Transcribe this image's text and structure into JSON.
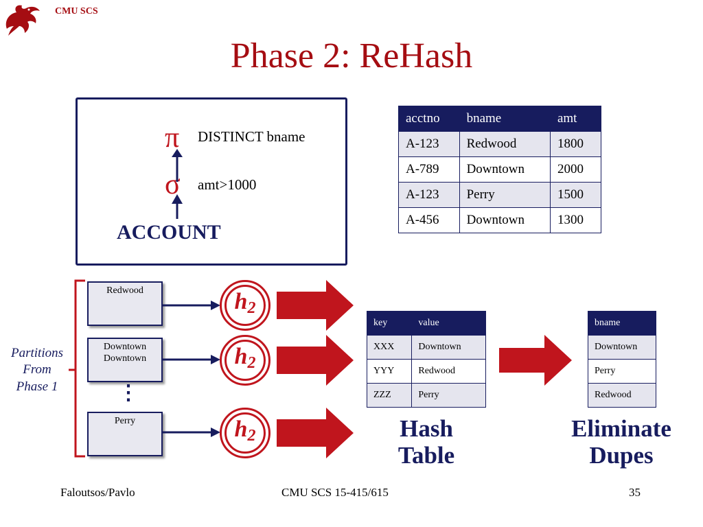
{
  "header": {
    "org": "CMU SCS",
    "title": "Phase 2: ReHash"
  },
  "plan": {
    "projection": {
      "symbol": "π",
      "label": "DISTINCT bname"
    },
    "selection": {
      "symbol": "σ",
      "label": "amt>1000"
    },
    "relation": "ACCOUNT"
  },
  "source_table": {
    "columns": [
      "acctno",
      "bname",
      "amt"
    ],
    "rows": [
      [
        "A-123",
        "Redwood",
        "1800"
      ],
      [
        "A-789",
        "Downtown",
        "2000"
      ],
      [
        "A-123",
        "Perry",
        "1500"
      ],
      [
        "A-456",
        "Downtown",
        "1300"
      ]
    ]
  },
  "partitions": {
    "caption": [
      "Partitions",
      "From",
      "Phase 1"
    ],
    "items": [
      {
        "lines": [
          "Redwood"
        ]
      },
      {
        "lines": [
          "Downtown",
          "Downtown"
        ]
      },
      {
        "lines": [
          "Perry"
        ]
      }
    ],
    "ellipsis": "⋮"
  },
  "hash_fn": {
    "name": "h",
    "subscript": "2"
  },
  "hash_table": {
    "columns": [
      "key",
      "value"
    ],
    "rows": [
      [
        "XXX",
        "Downtown"
      ],
      [
        "YYY",
        "Redwood"
      ],
      [
        "ZZZ",
        "Perry"
      ]
    ],
    "caption": [
      "Hash",
      "Table"
    ]
  },
  "dupes_table": {
    "columns": [
      "bname"
    ],
    "rows": [
      [
        "Downtown"
      ],
      [
        "Perry"
      ],
      [
        "Redwood"
      ]
    ],
    "caption": [
      "Eliminate",
      "Dupes"
    ]
  },
  "footer": {
    "left": "Faloutsos/Pavlo",
    "center": "CMU SCS 15-415/615",
    "page": "35"
  },
  "colors": {
    "accent_red": "#c0151d",
    "title_red": "#a50d12",
    "navy": "#171c5e",
    "cell_fill": "#e5e5ee"
  }
}
